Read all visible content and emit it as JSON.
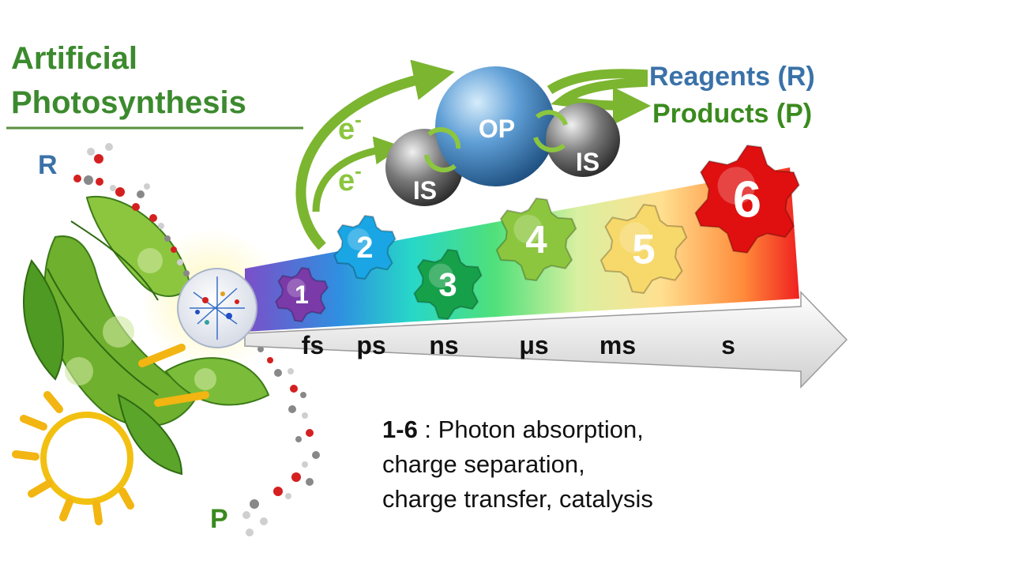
{
  "title": {
    "line1": "Artificial",
    "line2": "Photosynthesis"
  },
  "flow_labels": {
    "reagent_marker": "R",
    "product_marker": "P"
  },
  "particles": {
    "outer": "OP",
    "inner_left": "IS",
    "inner_right": "IS"
  },
  "electrons": {
    "symbol": "e",
    "charge": "-"
  },
  "legend": {
    "reagents": "Reagents (R)",
    "products": "Products (P)"
  },
  "gears": [
    {
      "label": "1",
      "color": "#7a3aa8"
    },
    {
      "label": "2",
      "color": "#1aa6e4"
    },
    {
      "label": "3",
      "color": "#16a04a"
    },
    {
      "label": "4",
      "color": "#8cc63f"
    },
    {
      "label": "5",
      "color": "#f7d86a"
    },
    {
      "label": "6",
      "color": "#e01010"
    }
  ],
  "timescales": [
    "fs",
    "ps",
    "ns",
    "μs",
    "ms",
    "s"
  ],
  "caption": {
    "bold": "1-6",
    "line1": " : Photon absorption,",
    "line2": "charge separation,",
    "line3": "charge transfer, catalysis"
  },
  "colors": {
    "title_green": "#3c8a2e",
    "reagent_blue": "#3a72a8",
    "product_green": "#3a8a1e",
    "arrow_green": "#7cb530"
  }
}
